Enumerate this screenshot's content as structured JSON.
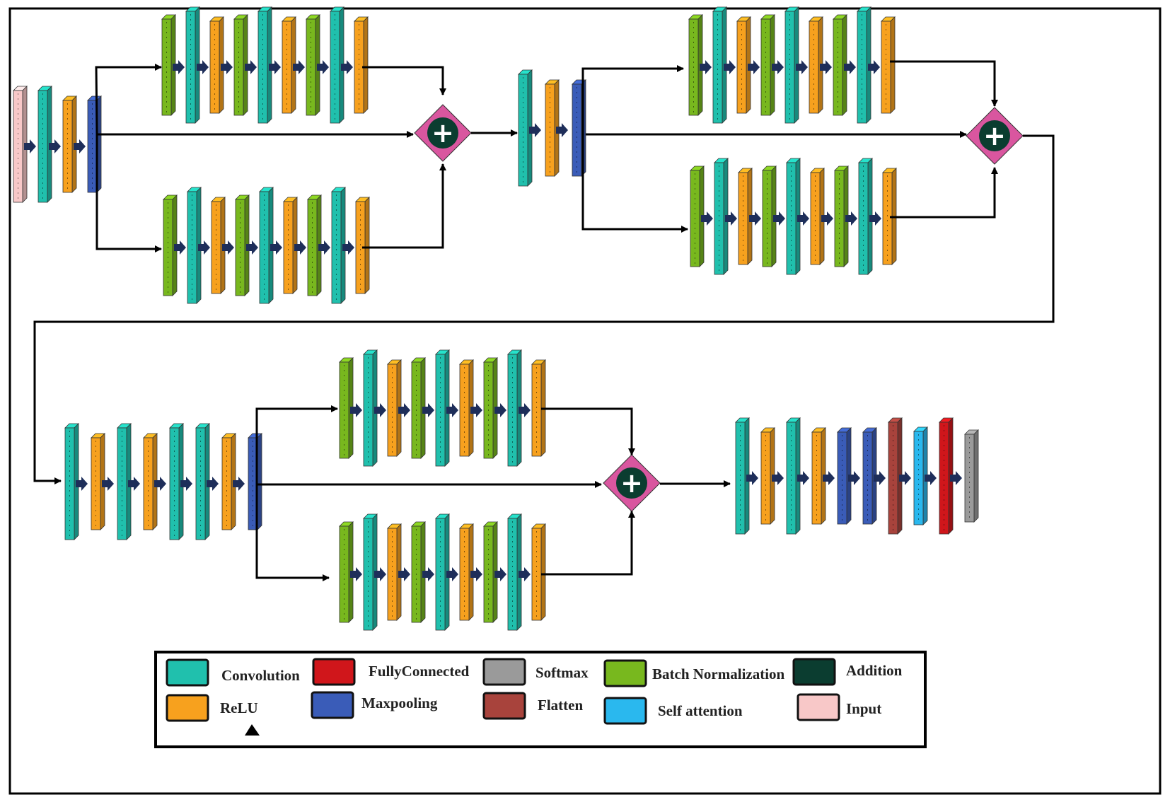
{
  "colors": {
    "conv": "#20c0ad",
    "relu": "#f7a11e",
    "bn": "#78b81e",
    "maxpool": "#3a5cb8",
    "fc": "#d0161b",
    "softmax": "#9a9a9a",
    "flatten": "#a8433c",
    "self_attention": "#2ab8ee",
    "input": "#f8c8c8",
    "addition_node": "#d9569f",
    "addition_circle": "#0b3d30",
    "arrow_block": "#1e2e5a",
    "line": "#000000"
  },
  "legend": {
    "items": [
      {
        "key": "conv",
        "label": "Convolution"
      },
      {
        "key": "relu",
        "label": "ReLU"
      },
      {
        "key": "fc",
        "label": "FullyConnected"
      },
      {
        "key": "maxpool",
        "label": "Maxpooling"
      },
      {
        "key": "softmax",
        "label": "Softmax"
      },
      {
        "key": "flatten",
        "label": "Flatten"
      },
      {
        "key": "bn",
        "label": "Batch Normalization"
      },
      {
        "key": "self_attention",
        "label": "Self attention"
      },
      {
        "key": "addition_circle",
        "label": "Addition"
      },
      {
        "key": "input",
        "label": "Input"
      }
    ]
  },
  "addition_symbol": "+",
  "sequences": {
    "stem": [
      "input",
      "conv",
      "relu",
      "maxpool"
    ],
    "branch": [
      "bn",
      "conv",
      "relu",
      "bn",
      "conv",
      "relu",
      "bn",
      "conv",
      "relu"
    ],
    "stage2_stem": [
      "conv",
      "relu",
      "maxpool"
    ],
    "stage3_stem": [
      "conv",
      "relu",
      "conv",
      "relu",
      "conv",
      "conv",
      "relu",
      "maxpool"
    ],
    "head": [
      "conv",
      "relu",
      "conv",
      "relu",
      "maxpool",
      "maxpool",
      "flatten",
      "self_attention",
      "fc",
      "softmax"
    ]
  }
}
